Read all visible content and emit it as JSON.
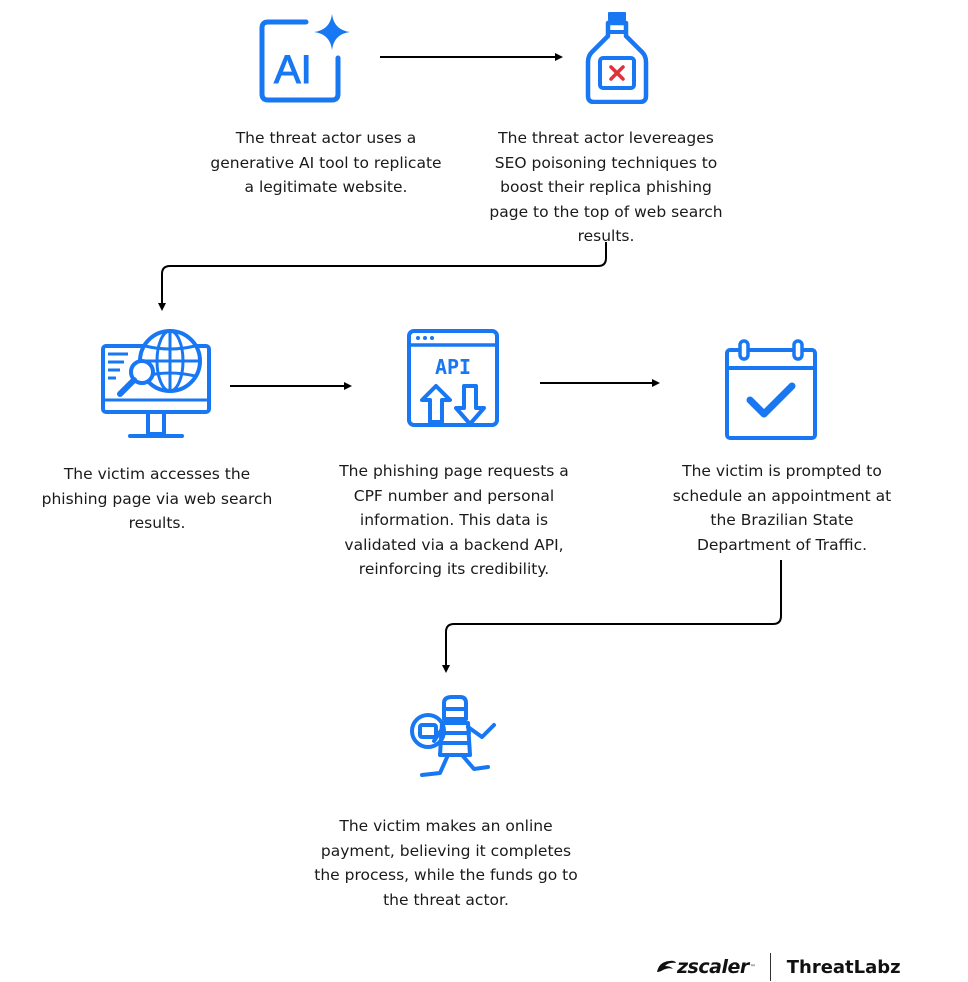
{
  "colors": {
    "icon_blue": "#1877F2",
    "text": "#1a1a1a",
    "accent_red": "#E0313A"
  },
  "steps": [
    {
      "id": "ai-replicate",
      "icon": "ai-sparkle-icon",
      "icon_text": "AI",
      "lines": [
        "The threat actor uses a",
        "generative AI tool to replicate",
        "a legitimate website."
      ]
    },
    {
      "id": "seo-poisoning",
      "icon": "poison-bottle-icon",
      "lines": [
        "The threat actor levereages",
        "SEO poisoning techniques to",
        "boost their replica phishing",
        "page to the top of web search",
        "results."
      ]
    },
    {
      "id": "victim-access",
      "icon": "monitor-globe-search-icon",
      "lines": [
        "The victim accesses the",
        "phishing page via web search",
        "results."
      ]
    },
    {
      "id": "api-validation",
      "icon": "api-window-icon",
      "icon_text": "API",
      "lines": [
        "The phishing page requests a",
        "CPF number and personal",
        "information. This data is",
        "validated via a backend API,",
        "reinforcing its credibility."
      ]
    },
    {
      "id": "schedule",
      "icon": "calendar-check-icon",
      "lines": [
        "The victim is prompted to",
        "schedule an appointment at",
        "the Brazilian State",
        "Department of Traffic."
      ]
    },
    {
      "id": "payment",
      "icon": "thief-running-icon",
      "lines": [
        "The victim makes an online",
        "payment, believing it completes",
        "the process, while the funds go to",
        "the threat actor."
      ]
    }
  ],
  "branding": {
    "company": "zscaler",
    "trademark": "™",
    "product": "ThreatLabz"
  }
}
